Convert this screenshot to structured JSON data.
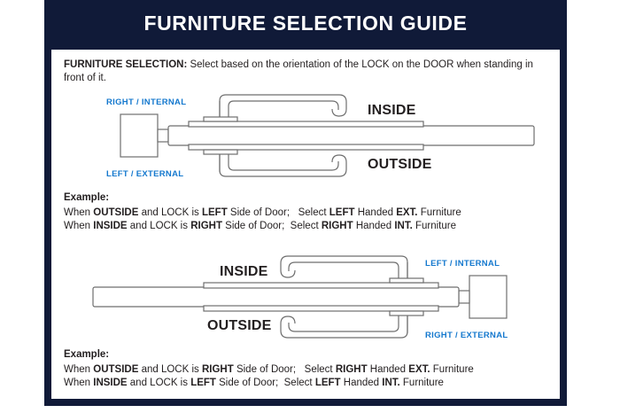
{
  "colors": {
    "frame_navy": "#101a38",
    "panel_white": "#ffffff",
    "label_blue": "#1478ce",
    "text_black": "#231f20",
    "line_gray": "#6e6e6e"
  },
  "header": {
    "title": "FURNITURE SELECTION GUIDE"
  },
  "intro": {
    "lead": "FURNITURE SELECTION:",
    "body": "Select based on the orientation of the LOCK on the DOOR when standing in front of it."
  },
  "diagrams": [
    {
      "id": "diagram-top",
      "lock_side": "left",
      "labels": {
        "top_blue": "RIGHT / INTERNAL",
        "bottom_blue": "LEFT / EXTERNAL",
        "top_black": "INSIDE",
        "bottom_black": "OUTSIDE"
      }
    },
    {
      "id": "diagram-bottom",
      "lock_side": "right",
      "labels": {
        "top_blue": "LEFT / INTERNAL",
        "bottom_blue": "RIGHT / EXTERNAL",
        "top_black": "INSIDE",
        "bottom_black": "OUTSIDE"
      }
    }
  ],
  "examples": [
    {
      "id": "example-top",
      "heading": "Example:",
      "lines": [
        {
          "parts": [
            {
              "t": "When ",
              "b": false
            },
            {
              "t": "OUTSIDE",
              "b": true
            },
            {
              "t": " and LOCK is ",
              "b": false
            },
            {
              "t": "LEFT",
              "b": true
            },
            {
              "t": " Side of Door;   Select ",
              "b": false
            },
            {
              "t": "LEFT",
              "b": true
            },
            {
              "t": " Handed ",
              "b": false
            },
            {
              "t": "EXT.",
              "b": true
            },
            {
              "t": " Furniture",
              "b": false
            }
          ]
        },
        {
          "parts": [
            {
              "t": "When ",
              "b": false
            },
            {
              "t": "INSIDE",
              "b": true
            },
            {
              "t": " and LOCK is ",
              "b": false
            },
            {
              "t": "RIGHT",
              "b": true
            },
            {
              "t": " Side of Door;  Select ",
              "b": false
            },
            {
              "t": "RIGHT",
              "b": true
            },
            {
              "t": " Handed ",
              "b": false
            },
            {
              "t": "INT.",
              "b": true
            },
            {
              "t": " Furniture",
              "b": false
            }
          ]
        }
      ]
    },
    {
      "id": "example-bottom",
      "heading": "Example:",
      "lines": [
        {
          "parts": [
            {
              "t": "When ",
              "b": false
            },
            {
              "t": "OUTSIDE",
              "b": true
            },
            {
              "t": " and LOCK is ",
              "b": false
            },
            {
              "t": "RIGHT",
              "b": true
            },
            {
              "t": " Side of Door;   Select ",
              "b": false
            },
            {
              "t": "RIGHT",
              "b": true
            },
            {
              "t": " Handed ",
              "b": false
            },
            {
              "t": "EXT.",
              "b": true
            },
            {
              "t": " Furniture",
              "b": false
            }
          ]
        },
        {
          "parts": [
            {
              "t": "When ",
              "b": false
            },
            {
              "t": "INSIDE",
              "b": true
            },
            {
              "t": " and LOCK is ",
              "b": false
            },
            {
              "t": "LEFT",
              "b": true
            },
            {
              "t": " Side of Door;  Select ",
              "b": false
            },
            {
              "t": "LEFT",
              "b": true
            },
            {
              "t": " Handed ",
              "b": false
            },
            {
              "t": "INT.",
              "b": true
            },
            {
              "t": " Furniture",
              "b": false
            }
          ]
        }
      ]
    }
  ]
}
